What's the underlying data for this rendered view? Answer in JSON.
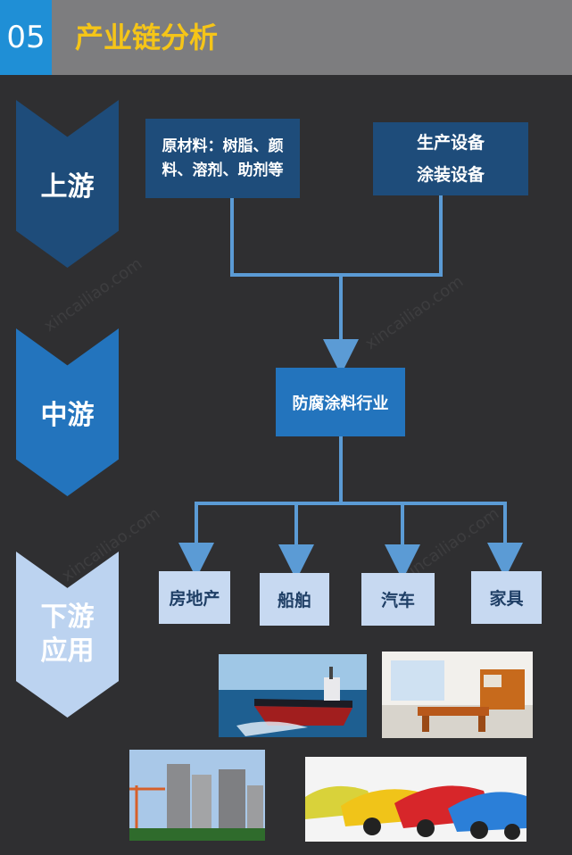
{
  "header": {
    "number": "05",
    "title": "产业链分析"
  },
  "stages": {
    "upstream": "上游",
    "midstream": "中游",
    "downstream_line1": "下游",
    "downstream_line2": "应用"
  },
  "nodes": {
    "raw_materials": "原材料：树脂、颜料、溶剂、助剂等",
    "equipment_line1": "生产设备",
    "equipment_line2": "涂装设备",
    "industry": "防腐涂料行业",
    "apps": [
      "房地产",
      "船舶",
      "汽车",
      "家具"
    ]
  },
  "colors": {
    "background": "#2f2f31",
    "header_bar": "#7d7d7f",
    "number_box": "#1f8fd6",
    "title": "#f5c518",
    "upstream_chevron": "#1e4c7a",
    "midstream_chevron": "#2374bd",
    "downstream_chevron": "#bcd3f0",
    "connector": "#5b9bd5"
  }
}
